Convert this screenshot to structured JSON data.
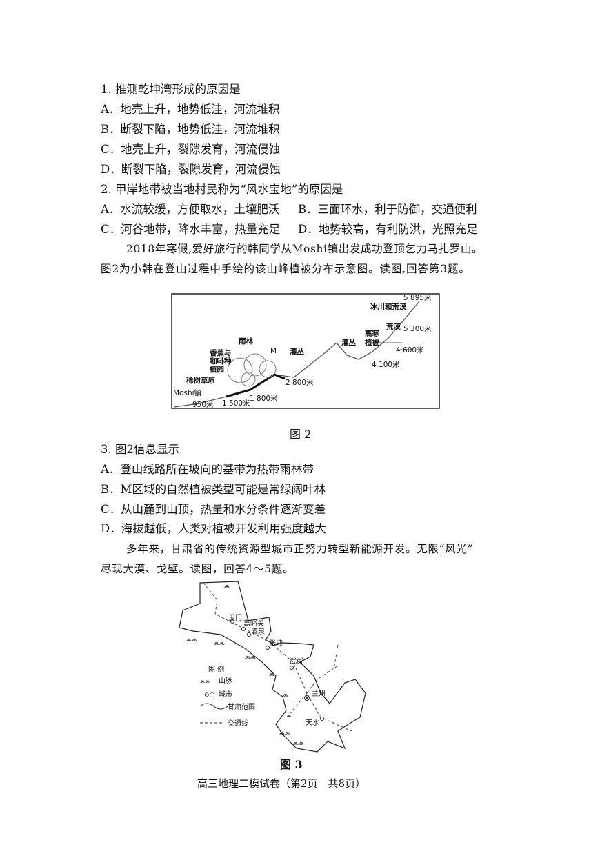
{
  "q1": {
    "stem": "1. 推测乾坤湾形成的原因是",
    "options": [
      "A．地壳上升，地势低洼，河流堆积",
      "B．断裂下陷，地势低洼，河流堆积",
      "C．地壳上升，裂隙发育，河流侵蚀",
      "D．断裂下陷，裂隙发育，河流侵蚀"
    ]
  },
  "q2": {
    "stem": "2. 甲岸地带被当地村民称为“风水宝地”的原因是",
    "options": [
      "A．水流较缓，方便取水，土壤肥沃",
      "B．三面环水，利于防御，交通便利",
      "C．河谷地带，降水丰富，热量充足",
      "D．地势较高，有利防洪，光照充足"
    ]
  },
  "intro3": [
    "2018年寒假,爱好旅行的韩同学从Moshi镇出发成功登顶乞力马扎罗山。",
    "图2为小韩在登山过程中手绘的该山峰植被分布示意图。读图,回答第3题。"
  ],
  "figure2": {
    "caption": "图 2",
    "labels": {
      "summit": "5 895米",
      "glacier": "冰川和荒漠",
      "desert": "荒漠",
      "e5300": "5 300米",
      "alpine1": "高寒",
      "alpine2": "植被",
      "shrub2": "灌丛",
      "e4600": "4 600米",
      "e4100": "4 100米",
      "shrub1": "灌丛",
      "m": "M",
      "rainforest": "雨林",
      "plant1": "香蕉与",
      "plant2": "咖啡种",
      "plant3": "植园",
      "savanna": "稀树草原",
      "e2800": "2 800米",
      "town": "Moshi镇",
      "e1800": "1 800米",
      "e950": "950米",
      "e1500": "1 500米"
    }
  },
  "q3": {
    "stem": "3. 图2信息显示",
    "options": [
      "A．登山线路所在坡向的基带为热带雨林带",
      "B．M区域的自然植被类型可能是常绿阔叶林",
      "C．从山麓到山顶，热量和水分条件逐渐变差",
      "D．海拔越低，人类对植被开发利用强度越大"
    ]
  },
  "intro45": [
    "多年来，甘肃省的传统资源型城市正努力转型新能源开发。无限“风光”",
    "尽现大漠、戈壁。读图，回答4～5题。"
  ],
  "figure3": {
    "caption": "图 3",
    "cities": {
      "yumen": "玉门",
      "jiayuguan": "嘉峪关",
      "jiuquan": "酒泉",
      "zhangye": "张掖",
      "wuwei": "武威",
      "lanzhou": "兰州",
      "tianshui": "天水"
    },
    "legend": {
      "title": "图 例",
      "mountain": "山脉",
      "city": "城市",
      "boundary": "甘肃范围",
      "transport": "交通线"
    }
  },
  "footer": "高三地理二模试卷（第2页　共8页）"
}
